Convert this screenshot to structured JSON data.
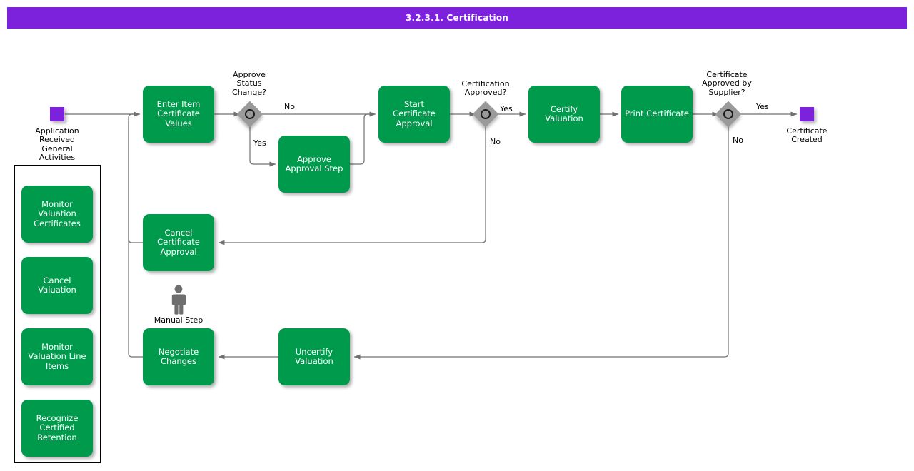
{
  "header": {
    "title": "3.2.3.1. Certification",
    "bar_color": "#7c22dd"
  },
  "palette": {
    "task_green": "#009a4d",
    "event_purple": "#7c22dd",
    "gateway_gray": "#9a9a9a",
    "connector_gray": "#707070",
    "text_white": "#ffffff",
    "text_black": "#000000",
    "canvas_white": "#ffffff"
  },
  "events": [
    {
      "id": "start",
      "label": "Application\nReceived\nGeneral\nActivities",
      "icon": "start-event-square"
    },
    {
      "id": "end",
      "label": "Certificate\nCreated",
      "icon": "end-event-square"
    }
  ],
  "tasks": [
    {
      "id": "enter-item-certificate-values",
      "label": "Enter Item\nCertificate\nValues"
    },
    {
      "id": "approve-approval-step",
      "label": "Approve\nApproval Step"
    },
    {
      "id": "start-certificate-approval",
      "label": "Start Certificate\nApproval"
    },
    {
      "id": "certify-valuation",
      "label": "Certify Valuation"
    },
    {
      "id": "print-certificate",
      "label": "Print Certificate"
    },
    {
      "id": "cancel-certificate-approval",
      "label": "Cancel\nCertificate\nApproval"
    },
    {
      "id": "negotiate-changes",
      "label": "Negotiate\nChanges"
    },
    {
      "id": "uncertify-valuation",
      "label": "Uncertify\nValuation"
    }
  ],
  "gateways": [
    {
      "id": "approve-status-change",
      "label": "Approve\nStatus\nChange?",
      "outcomes": [
        "No",
        "Yes"
      ]
    },
    {
      "id": "certification-approved",
      "label": "Certification\nApproved?",
      "outcomes": [
        "Yes",
        "No"
      ]
    },
    {
      "id": "certificate-approved-by-supplier",
      "label": "Certificate\nApproved by\nSupplier?",
      "outcomes": [
        "Yes",
        "No"
      ]
    }
  ],
  "flow_labels": {
    "approve_status_no": "No",
    "approve_status_yes": "Yes",
    "certification_yes": "Yes",
    "certification_no": "No",
    "supplier_yes": "Yes",
    "supplier_no": "No"
  },
  "manual_step": {
    "label": "Manual Step",
    "icon": "person-icon"
  },
  "side_panel": {
    "items": [
      {
        "id": "monitor-valuation-certificates",
        "label": "Monitor\nValuation\nCertificates"
      },
      {
        "id": "cancel-valuation",
        "label": "Cancel Valuation"
      },
      {
        "id": "monitor-valuation-line-items",
        "label": "Monitor\nValuation Line\nItems"
      },
      {
        "id": "recognize-certified-retention",
        "label": "Recognize\nCertified\nRetention"
      }
    ]
  }
}
